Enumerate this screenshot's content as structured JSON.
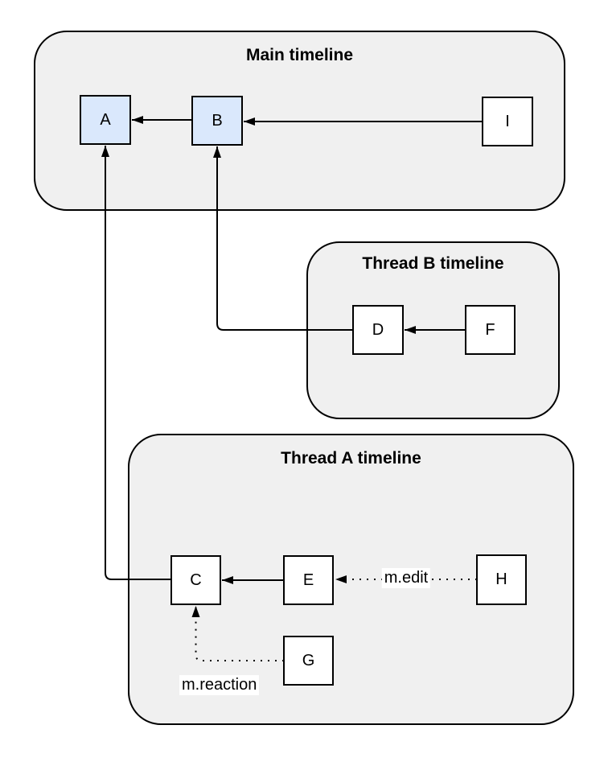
{
  "diagram": {
    "groups": {
      "main": {
        "title": "Main timeline"
      },
      "thread_b": {
        "title": "Thread B timeline"
      },
      "thread_a": {
        "title": "Thread A timeline"
      }
    },
    "nodes": {
      "a": {
        "label": "A"
      },
      "b": {
        "label": "B"
      },
      "i": {
        "label": "I"
      },
      "d": {
        "label": "D"
      },
      "f": {
        "label": "F"
      },
      "c": {
        "label": "C"
      },
      "e": {
        "label": "E"
      },
      "h": {
        "label": "H"
      },
      "g": {
        "label": "G"
      }
    },
    "edges": {
      "m_edit": {
        "label": "m.edit"
      },
      "m_reaction": {
        "label": "m.reaction"
      }
    },
    "colors": {
      "group_fill": "#f0f0f0",
      "highlight_node_fill": "#dae8fc",
      "node_fill": "#ffffff",
      "stroke": "#000000"
    }
  }
}
